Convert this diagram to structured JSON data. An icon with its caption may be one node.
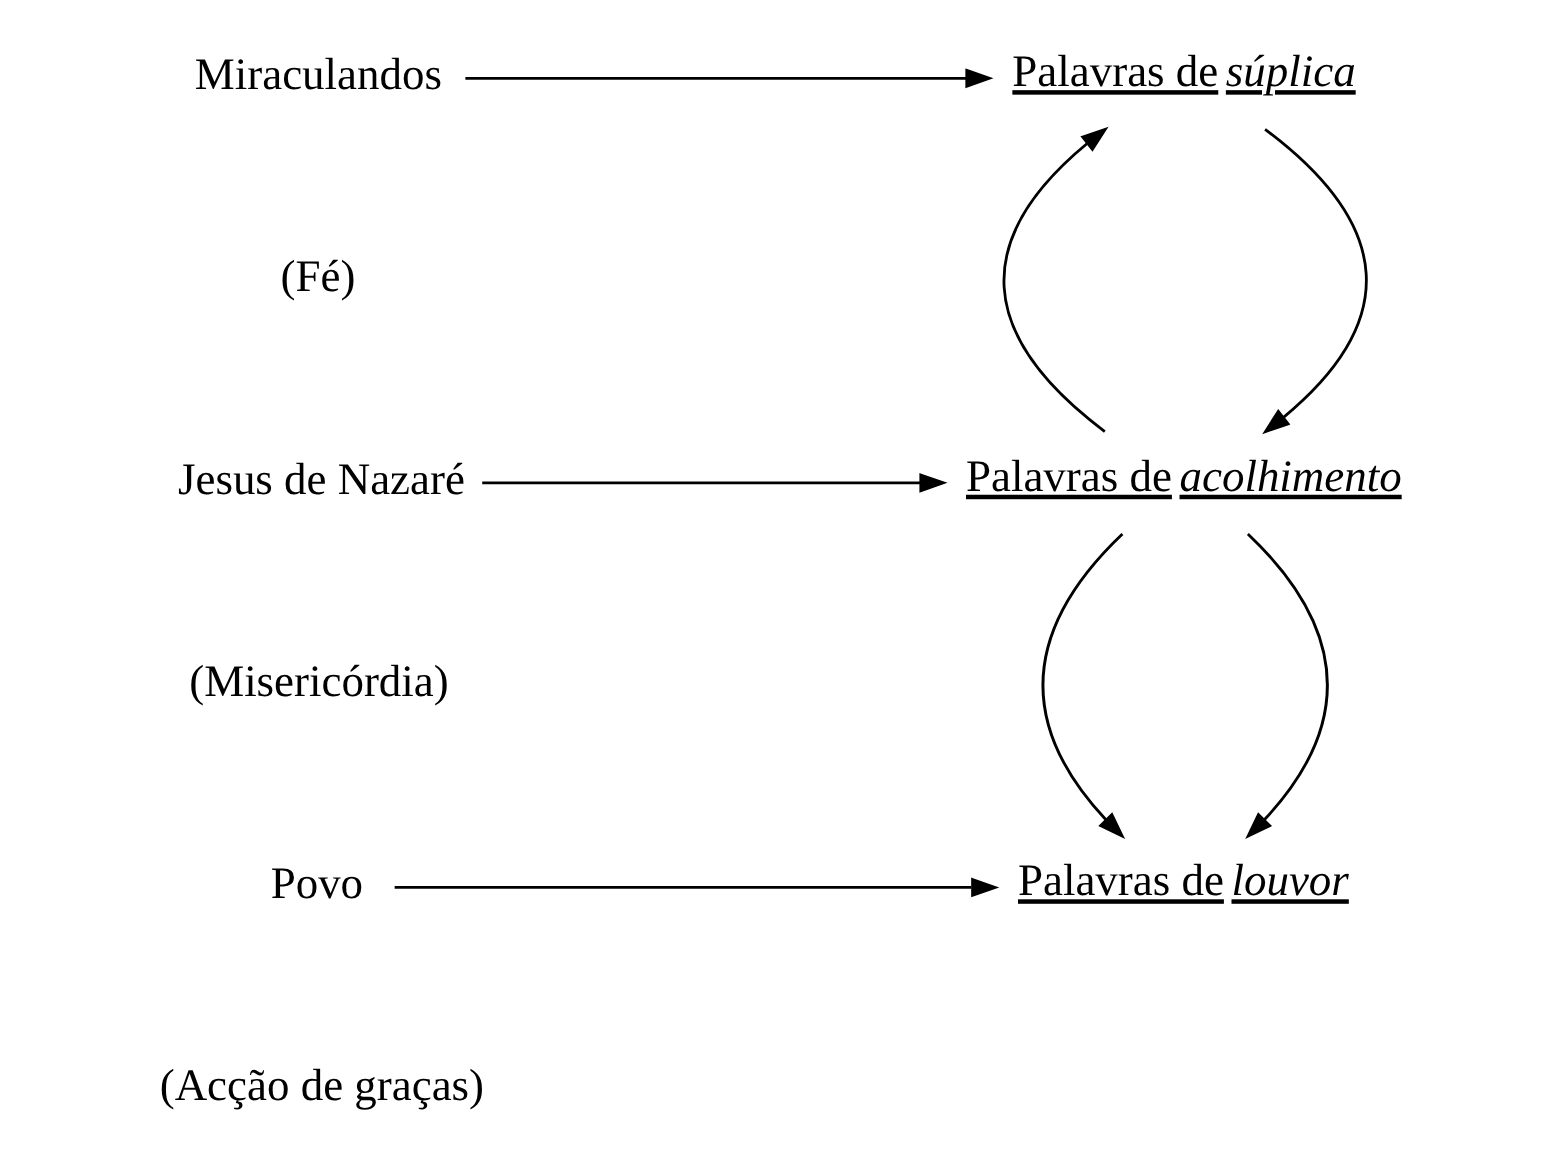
{
  "diagram": {
    "nodes": [
      {
        "text": [
          "Miraculandos"
        ],
        "beside": [
          "(Fé)"
        ]
      },
      {
        "text": [
          "Palavras de *súplica*"
        ]
      },
      {
        "text": [
          "Jesus de Nazaré"
        ],
        "beside": [
          "(Misericórdia)"
        ]
      },
      {
        "text": [
          "Palavras de *acolhimento*"
        ]
      },
      {
        "text": [
          "Povo"
        ],
        "beside": [
          "(Acção de graças)"
        ]
      },
      {
        "text": [
          "Palavras de *louvor*"
        ]
      }
    ],
    "edges": [
      {
        "from": 0,
        "to": 1,
        "arrow": "to"
      },
      {
        "from": 1,
        "to": 3,
        "arrow": "to"
      },
      {
        "from": 3,
        "to": 1,
        "arrow": "to"
      },
      {
        "from": 2,
        "to": 3,
        "arrow": "to"
      },
      {
        "from": 3,
        "to": 5,
        "arrow": "to"
      },
      {
        "from": 3,
        "to": 5,
        "arrow": "to"
      },
      {
        "from": 4,
        "to": 5,
        "arrow": "to"
      }
    ]
  }
}
